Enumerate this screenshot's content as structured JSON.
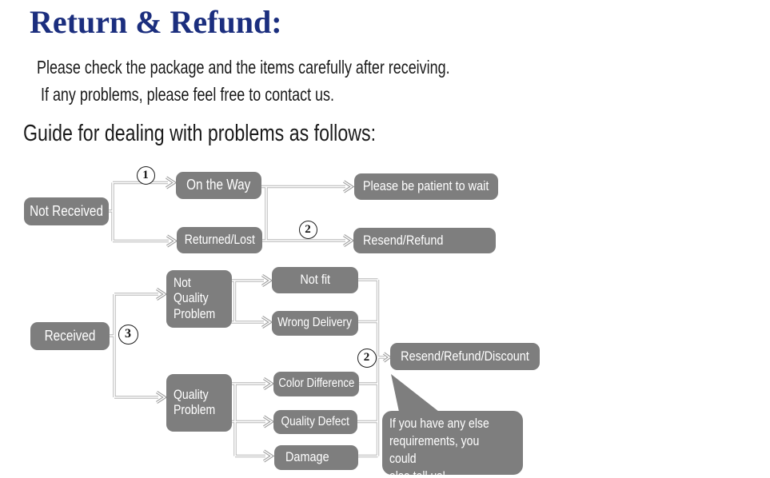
{
  "header": {
    "title": "Return & Refund:",
    "intro_line1": "Please check the package and the items carefully after receiving.",
    "intro_line2": "If any problems, please feel free to contact us.",
    "guide_heading": "Guide for dealing with problems as follows:"
  },
  "flow": {
    "steps": {
      "one": "1",
      "two": "2",
      "three": "3"
    },
    "nodes": {
      "not_received": "Not Received",
      "on_the_way": "On the Way",
      "please_be_patient": "Please be patient to wait",
      "returned_lost": "Returned/Lost",
      "resend_refund": "Resend/Refund",
      "received": "Received",
      "not_quality_problem": "Not Quality Problem",
      "not_fit": "Not fit",
      "wrong_delivery": "Wrong Delivery",
      "quality_problem": "Quality Problem",
      "color_difference": "Color Difference",
      "quality_defect": "Quality Defect",
      "damage": "Damage",
      "resend_refund_discount": "Resend/Refund/Discount"
    },
    "note_bubble": "If you have any else\nrequirements, you could\nalso tell us!"
  },
  "colors": {
    "title": "#1b2e7e",
    "node_bg": "#7e7e7e",
    "node_text": "#ffffff",
    "connector": "#b5b5b5",
    "body_text": "#1a1a1a"
  }
}
